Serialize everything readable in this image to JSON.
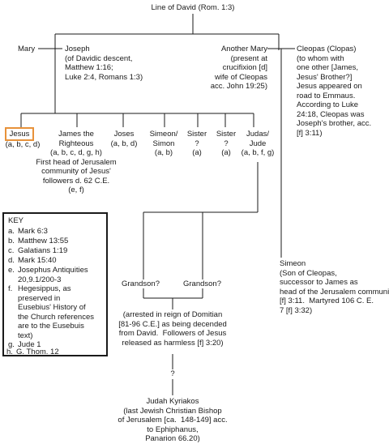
{
  "title": "Line of David (Rom. 1:3)",
  "persons": {
    "mary": "Mary",
    "joseph": "Joseph\n(of Davidic descent,\nMatthew 1:16;\nLuke 2:4, Romans 1:3)",
    "another_mary": "Another Mary\n(present at\ncrucifixion [d]\nwife of Cleopas\nacc. John 19:25)",
    "cleopas": "Cleopas (Clopas)\n(to whom with\none other [James,\nJesus' Brother?]\nJesus appeared on\nroad to Emmaus.\nAccording to Luke\n24:18, Cleopas was\nJoseph's brother, acc.\n[f] 3:11)",
    "jesus": "Jesus",
    "jesus_refs": "(a, b, c, d)",
    "james": "James the\nRighteous\n(a, b, c, d, g, h)\nFirst head of Jerusalem\ncommunity of Jesus'\nfollowers d. 62 C.E.\n(e, f)",
    "joses": "Joses\n(a, b, d)",
    "simeon": "Simeon/\nSimon\n(a, b)",
    "sister1": "Sister\n?\n(a)",
    "sister2": "Sister\n?\n(a)",
    "judas": "Judas/\nJude\n(a, b, f, g)",
    "simeon_cleopas": "Simeon\n(Son of Cleopas,\nsuccessor to James as\nhead of the Jerusalem community\n[f] 3:11.  Martyred 106 C. E.\n7 [f] 3:32)",
    "grandson1": "Grandson?",
    "grandson2": "Grandson?",
    "arrest": "(arrested in reign of Domitian\n[81-96 C.E.] as being decended\nfrom David.  Followers of Jesus\nreleased as harmless [f] 3:20)",
    "question": "?",
    "judah": "Judah Kyriakos\n(last Jewish Christian Bishop\nof Jerusalem [ca.  148-149] acc.\nto Ephiphanus,\nPanarion 66.20)"
  },
  "key": {
    "title": "KEY",
    "items": [
      {
        "letter": "a.",
        "text": "Mark 6:3"
      },
      {
        "letter": "b.",
        "text": "Matthew 13:55"
      },
      {
        "letter": "c.",
        "text": "Galatians 1:19"
      },
      {
        "letter": "d.",
        "text": "Mark 15:40"
      },
      {
        "letter": "e.",
        "text": "Josephus Antiquities\n20,9.1/200-3"
      },
      {
        "letter": "f.",
        "text": "Hegesippus, as\npreserved in\nEusebius' History of\nthe Church references\nare to the Eusebuis\ntext)"
      },
      {
        "letter": "g.",
        "text": "Jude 1"
      },
      {
        "letter": "h.",
        "text": "G. Thom. 12"
      }
    ]
  },
  "colors": {
    "highlight": "#e8923a",
    "line": "#1a1a1a"
  }
}
